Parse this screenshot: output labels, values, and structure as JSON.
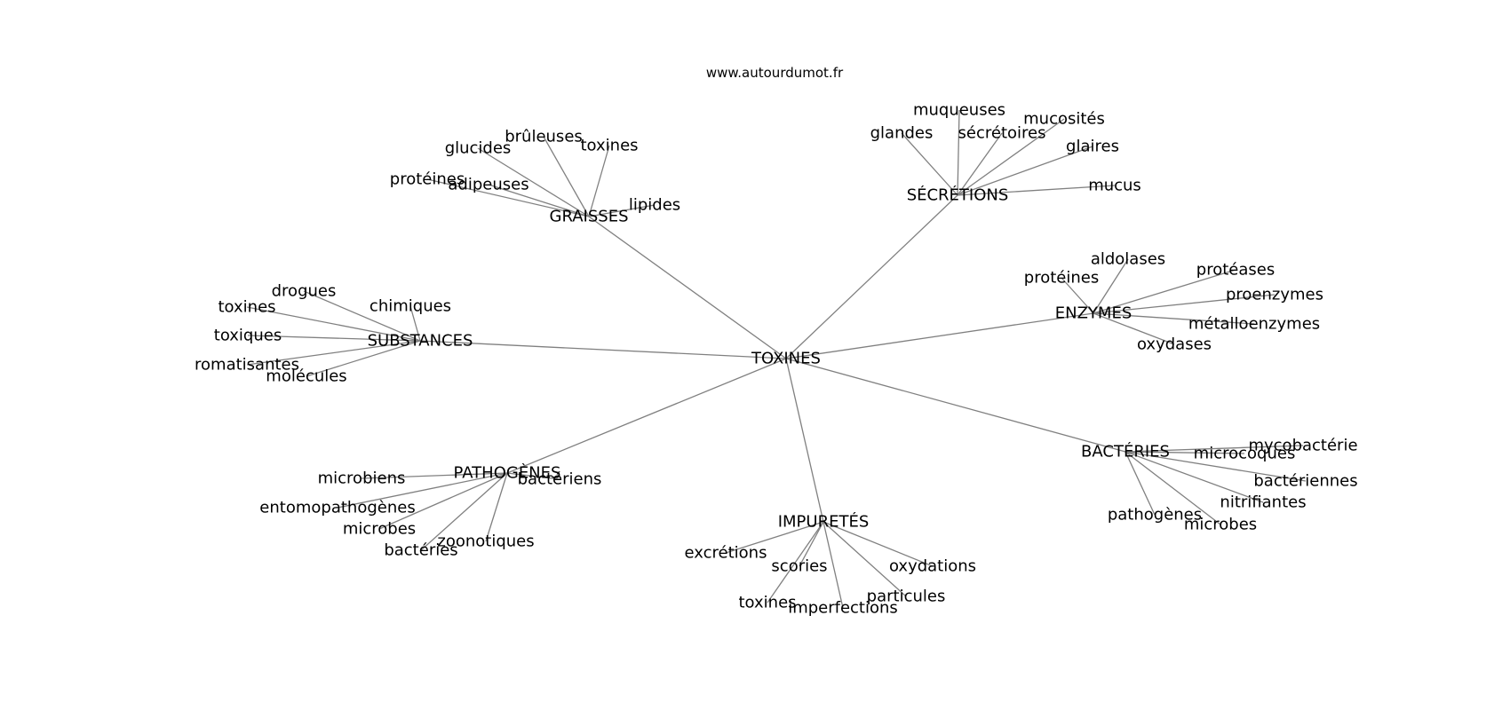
{
  "source_label": "www.autourdumot.fr",
  "center": "TOXINES",
  "groups": [
    {
      "label": "GRAISSES",
      "leaves": [
        "glucides",
        "brûleuses",
        "toxines",
        "protéines",
        "adipeuses",
        "lipides"
      ]
    },
    {
      "label": "SÉCRÉTIONS",
      "leaves": [
        "muqueuses",
        "glandes",
        "sécrétoires",
        "mucosités",
        "glaires",
        "mucus"
      ]
    },
    {
      "label": "SUBSTANCES",
      "leaves": [
        "drogues",
        "toxines",
        "chimiques",
        "toxiques",
        "romatisantes",
        "molécules"
      ]
    },
    {
      "label": "ENZYMES",
      "leaves": [
        "aldolases",
        "protéines",
        "protéases",
        "proenzymes",
        "métalloenzymes",
        "oxydases"
      ]
    },
    {
      "label": "PATHOGÈNES",
      "leaves": [
        "microbiens",
        "bactériens",
        "entomopathogènes",
        "microbes",
        "zoonotiques",
        "bactéries"
      ]
    },
    {
      "label": "BACTÉRIES",
      "leaves": [
        "mycobactérie",
        "microcoques",
        "bactériennes",
        "nitrifiantes",
        "pathogènes",
        "microbes"
      ]
    },
    {
      "label": "IMPURETÉS",
      "leaves": [
        "excrétions",
        "scories",
        "oxydations",
        "particules",
        "toxines",
        "imperfections"
      ]
    }
  ]
}
